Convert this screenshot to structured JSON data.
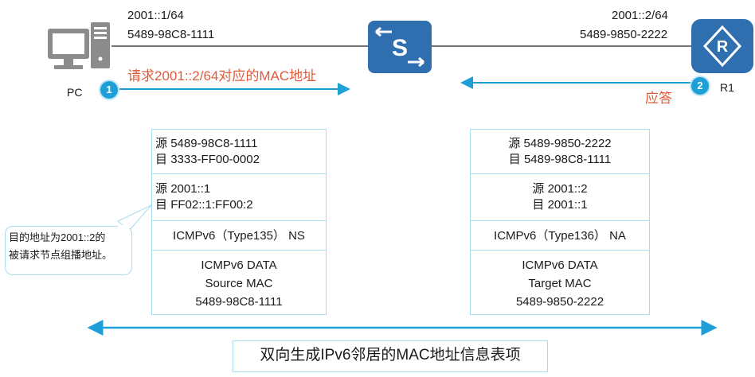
{
  "pc": {
    "label": "PC",
    "ip": "2001::1/64",
    "mac": "5489-98C8-1111",
    "icon": "computer-icon",
    "badge": "1"
  },
  "r1": {
    "label": "R1",
    "ip": "2001::2/64",
    "mac": "5489-9850-2222",
    "icon": "router-icon",
    "badge": "2"
  },
  "switch": {
    "icon": "switch-icon",
    "letter": "S"
  },
  "request_text": "请求2001::2/64对应的MAC地址",
  "reply_text": "应答",
  "ns_packet": {
    "eth_src_label": "源",
    "eth_src": "5489-98C8-1111",
    "eth_dst_label": "目",
    "eth_dst": "3333-FF00-0002",
    "ip_src_label": "源",
    "ip_src": "2001::1",
    "ip_dst_label": "目",
    "ip_dst": "FF02::1:FF00:2",
    "icmp": "ICMPv6（Type135） NS",
    "data_title": "ICMPv6 DATA",
    "data_field": "Source MAC",
    "data_value": "5489-98C8-1111"
  },
  "na_packet": {
    "eth_src_label": "源",
    "eth_src": "5489-9850-2222",
    "eth_dst_label": "目",
    "eth_dst": "5489-98C8-1111",
    "ip_src_label": "源",
    "ip_src": "2001::2",
    "ip_dst_label": "目",
    "ip_dst": "2001::1",
    "icmp": "ICMPv6（Type136） NA",
    "data_title": "ICMPv6 DATA",
    "data_field": "Target MAC",
    "data_value": "5489-9850-2222"
  },
  "callout": {
    "line1": "目的地址为2001::2的",
    "line2": "被请求节点组播地址。"
  },
  "bottom_label": "双向生成IPv6邻居的MAC地址信息表项",
  "colors": {
    "accent": "#1e9fd8",
    "device": "#2f6fb0",
    "red": "#e05a3a",
    "border": "#a9dcee"
  }
}
